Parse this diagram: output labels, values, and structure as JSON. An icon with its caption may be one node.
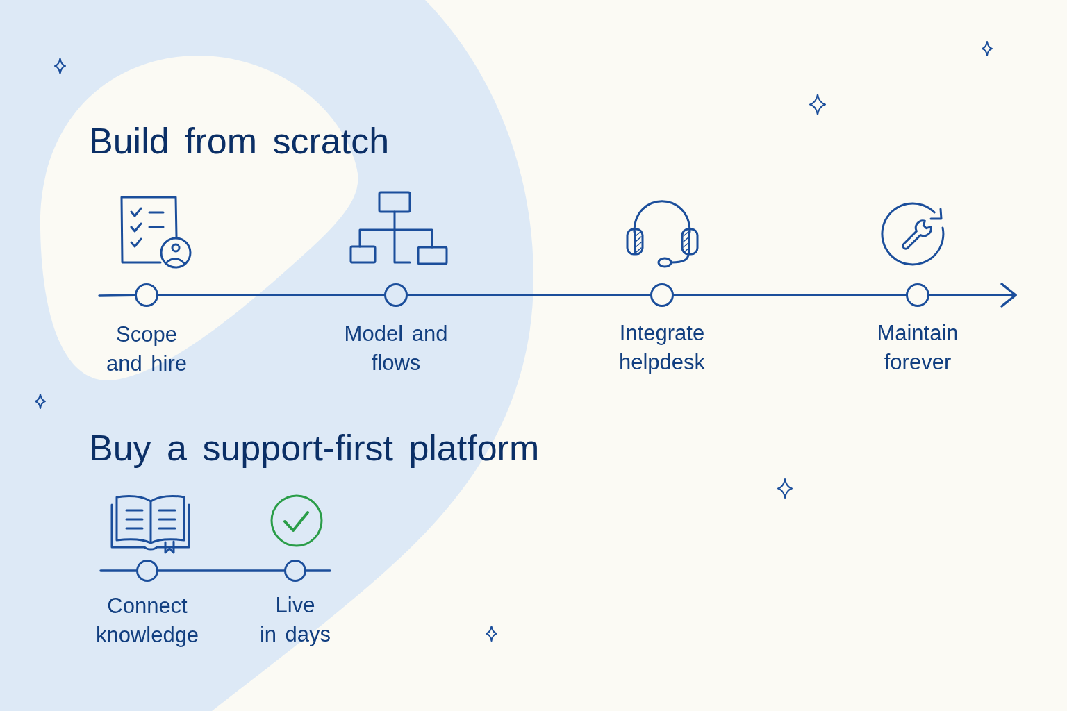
{
  "diagram": {
    "nodes": [
      {
        "text": [],
        "shape": "circle",
        "beside": [
          "Scope and hire"
        ]
      },
      {
        "text": [],
        "shape": "circle",
        "beside": [
          "Model and flows"
        ]
      },
      {
        "text": [],
        "shape": "circle",
        "beside": [
          "Integrate helpdesk"
        ]
      },
      {
        "text": [],
        "shape": "circle",
        "beside": [
          "Maintain forever"
        ]
      },
      {
        "text": [],
        "shape": "circle",
        "beside": [
          "Connect knowledge"
        ]
      },
      {
        "text": [],
        "shape": "circle",
        "beside": [
          "Live in days"
        ]
      }
    ],
    "edges": [
      {
        "from": null,
        "to": 0,
        "arrow": "none"
      },
      {
        "from": 0,
        "to": 1,
        "arrow": "none"
      },
      {
        "from": 1,
        "to": 2,
        "arrow": "none"
      },
      {
        "from": 2,
        "to": 3,
        "arrow": "none"
      },
      {
        "from": 3,
        "to": null,
        "arrow": "to"
      },
      {
        "from": null,
        "to": 4,
        "arrow": "none"
      },
      {
        "from": 4,
        "to": 5,
        "arrow": "none"
      },
      {
        "from": 5,
        "to": null,
        "arrow": "none"
      }
    ],
    "labels": [
      "Build from scratch",
      "Buy a support-first platform"
    ]
  }
}
